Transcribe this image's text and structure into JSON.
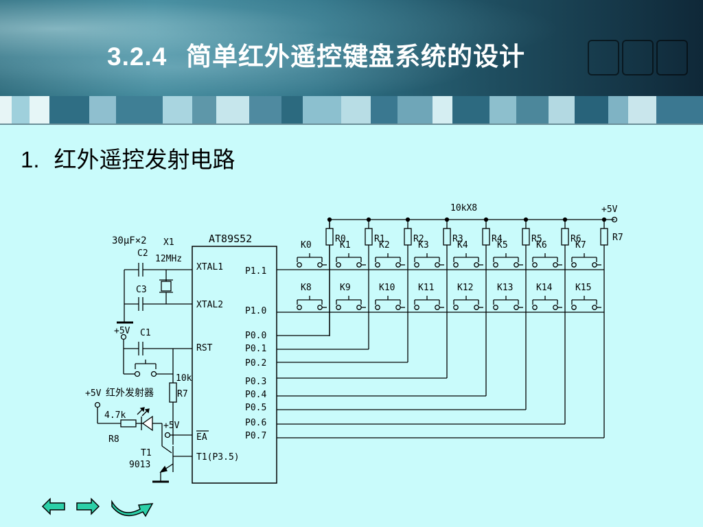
{
  "slide": {
    "title_number": "3.2.4",
    "title_text": "简单红外遥控键盘系统的设计",
    "subtitle_number": "1.",
    "subtitle_text": "红外遥控发射电路"
  },
  "circuit": {
    "chip": "AT89S52",
    "cap_label": "30μF×2",
    "x1": "X1",
    "x1_freq": "12MHz",
    "c2": "C2",
    "c3": "C3",
    "c1": "C1",
    "plus5v_left": "+5V",
    "r10k": "10k",
    "r7_left": "R7",
    "ir_plus5v": "+5V",
    "ir_label": "红外发射器",
    "r8_value": "4.7k",
    "r8": "R8",
    "ea_plus5v": "+5V",
    "t1": "T1",
    "t1_part": "9013",
    "pins_left": [
      "XTAL1",
      "XTAL2",
      "RST",
      "EA",
      "T1(P3.5)"
    ],
    "pins_right": [
      "P1.1",
      "P1.0",
      "P0.0",
      "P0.1",
      "P0.2",
      "P0.3",
      "P0.4",
      "P0.5",
      "P0.6",
      "P0.7"
    ],
    "res_array": "10kX8",
    "plus5v_top": "+5V",
    "r7_top": "R7",
    "res_labels": [
      "R0",
      "R1",
      "R2",
      "R3",
      "R4",
      "R5",
      "R6"
    ],
    "keys_row1": [
      "K0",
      "K1",
      "K2",
      "K3",
      "K4",
      "K5",
      "K6",
      "K7"
    ],
    "keys_row2": [
      "K8",
      "K9",
      "K10",
      "K11",
      "K12",
      "K13",
      "K14",
      "K15"
    ]
  },
  "nav": {
    "prev": "back-arrow-icon",
    "next": "forward-arrow-icon",
    "return": "return-arrow-icon"
  }
}
